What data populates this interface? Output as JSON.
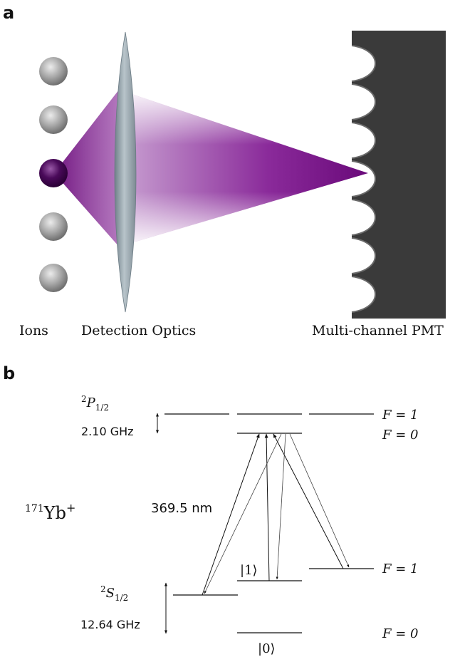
{
  "panel_a": {
    "label": "a",
    "ions_label": "Ions",
    "optics_label": "Detection Optics",
    "pmt_label": "Multi-channel PMT"
  },
  "panel_b": {
    "label": "b",
    "p_state": {
      "sup": "2",
      "main": "P",
      "sub": "1/2"
    },
    "p_splitting": "2.10 GHz",
    "s_state": {
      "sup": "2",
      "main": "S",
      "sub": "1/2"
    },
    "s_splitting": "12.64 GHz",
    "species": {
      "sup": "171",
      "main": "Yb",
      "charge": "+"
    },
    "wavelength": "369.5 nm",
    "ket1": "|1⟩",
    "ket0": "|0⟩",
    "f_labels": {
      "p_f1": "F = 1",
      "p_f0": "F = 0",
      "s_f1": "F = 1",
      "s_f0": "F = 0"
    }
  },
  "colors": {
    "ion_gray": "#a8a8a8",
    "ion_bright": "#4a0a5a",
    "fluorescence": "#7a1a8a",
    "lens": "#8c9aa3",
    "pmt": "#3a3a3a"
  }
}
